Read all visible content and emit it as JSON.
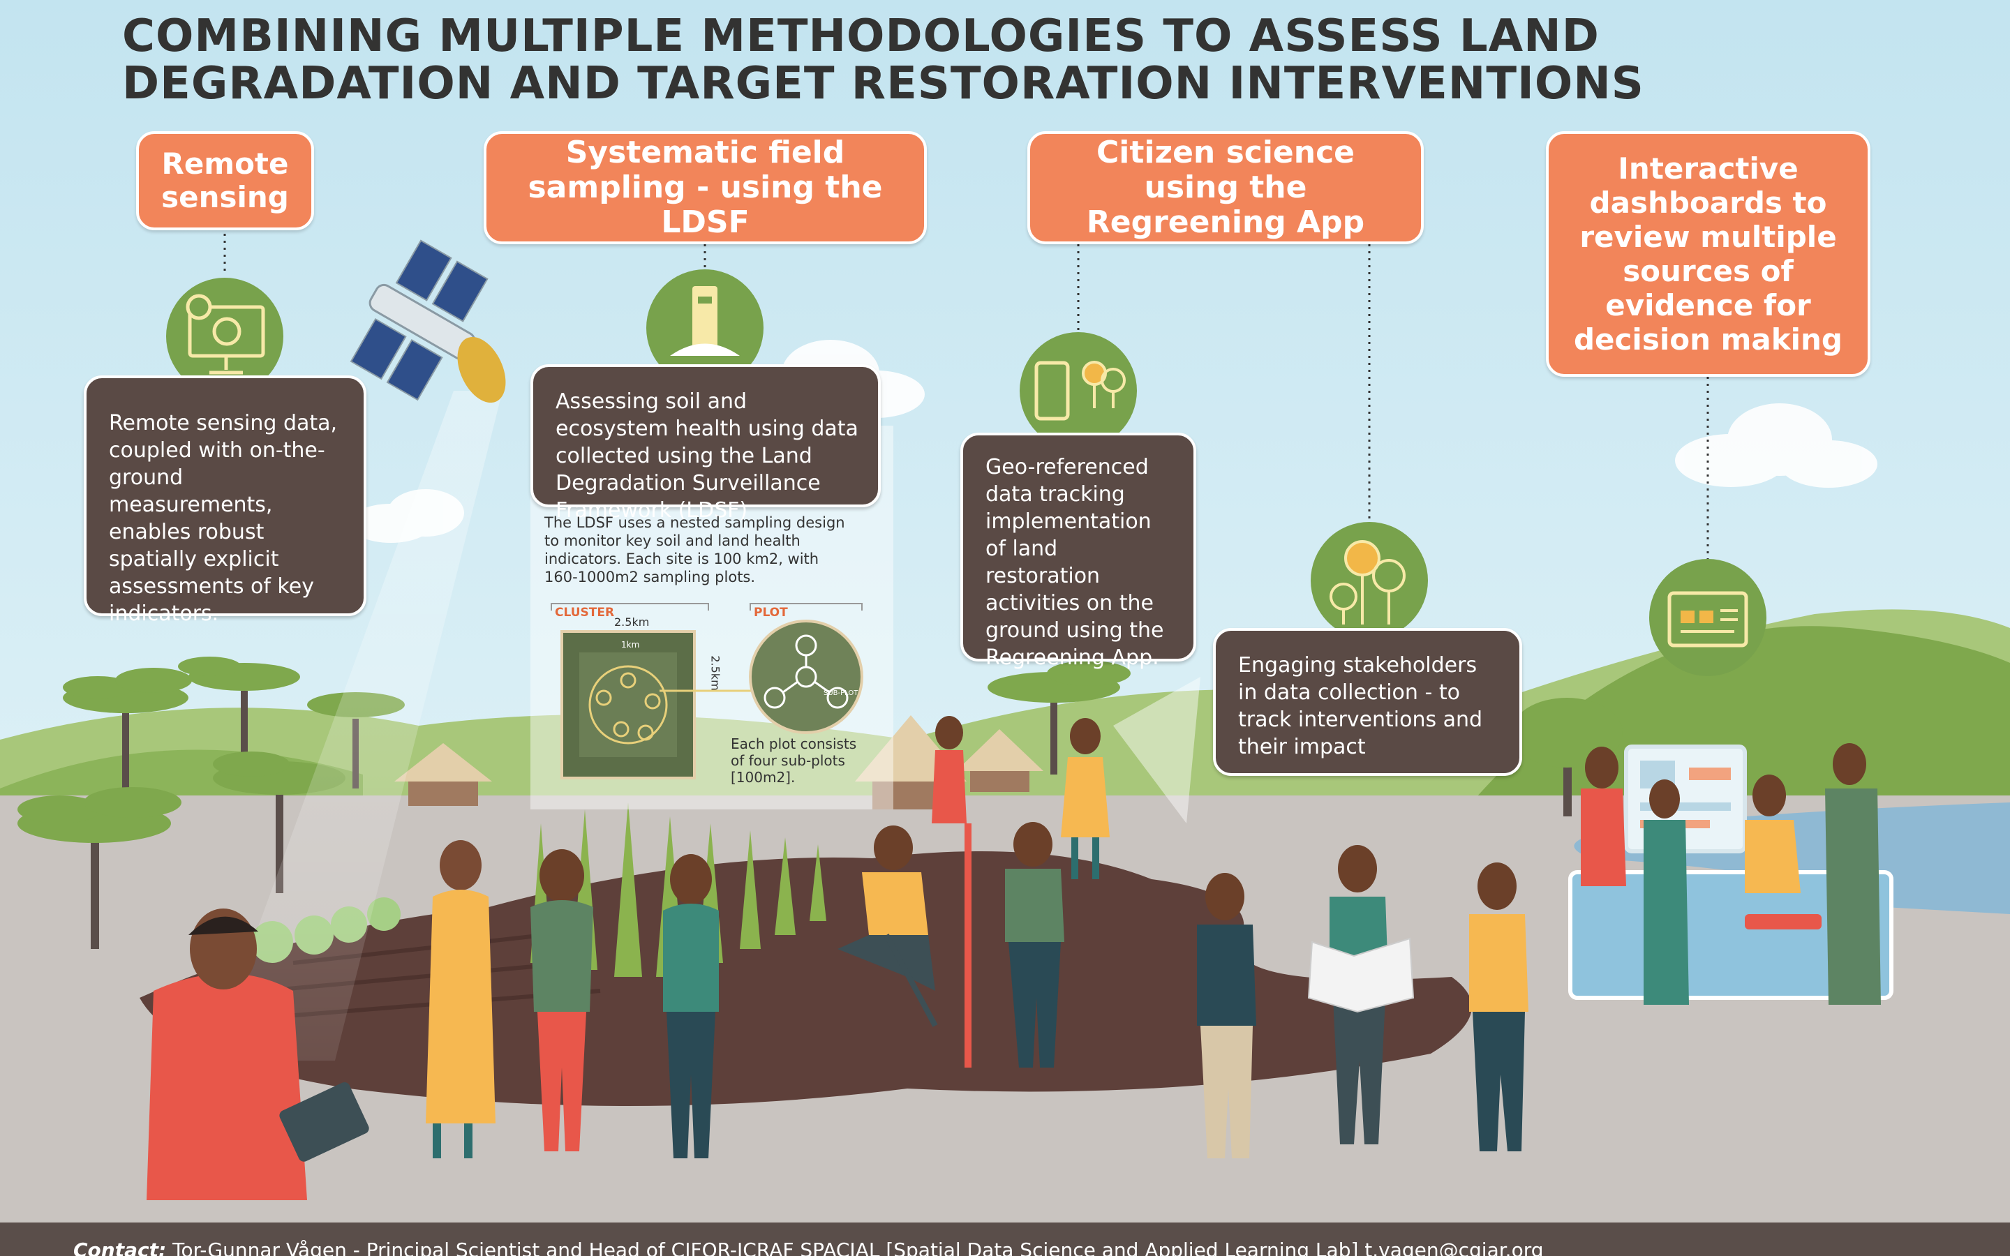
{
  "title_line1": "COMBINING MULTIPLE METHODOLOGIES TO ASSESS LAND",
  "title_line2": "DEGRADATION AND TARGET RESTORATION INTERVENTIONS",
  "methods": [
    {
      "title": "Remote sensing",
      "description": "Remote sensing data, coupled with on-the-ground measurements, enables robust spatially explicit assessments of key indicators."
    },
    {
      "title": "Systematic field sampling - using the LDSF",
      "description": "Assessing soil and ecosystem health using data collected using the Land Degradation Surveillance Framework (LDSF)"
    },
    {
      "title": "Citizen science using the Regreening App",
      "description": "Geo-referenced data tracking implementation of land restoration activities on the ground using the Regreening App.",
      "description2": "Engaging stakeholders in data collection - to track interventions and their impact"
    },
    {
      "title": "Interactive dashboards to review multiple sources of evidence for decision making"
    }
  ],
  "ldsf": {
    "note": "The LDSF uses a nested sampling design to monitor key soil and land health indicators. Each site is 100 km2, with 160-1000m2 sampling plots.",
    "cluster_label": "CLUSTER",
    "plot_label": "PLOT",
    "dim_width": "2.5km",
    "dim_height": "2.5km",
    "inner_dim": "1km",
    "subplot_label": "SUB-PLOT",
    "plot_note": "Each plot consists of four sub-plots [100m2]."
  },
  "footer": {
    "contact_label": "Contact:",
    "contact_text": "Tor-Gunnar Vågen - Principal Scientist and Head of CIFOR-ICRAF SPACIAL [Spatial Data Science and Applied Learning Lab] t.vagen@cgiar.org"
  },
  "colors": {
    "sky": "#cfe9f2",
    "orange": "#f2855a",
    "brown_box": "#5a4a45",
    "green_circle": "#78a24c",
    "ground": "#c9c4c0",
    "soil": "#5e403a",
    "hill": "#7fa84d"
  }
}
